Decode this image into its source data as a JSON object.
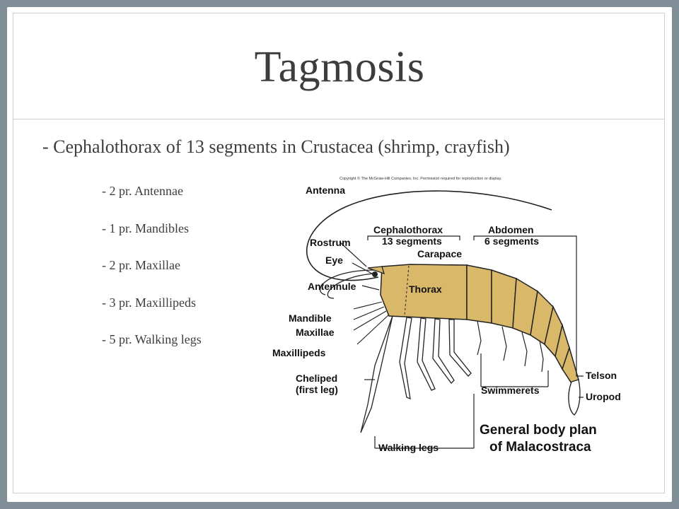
{
  "slide": {
    "title": "Tagmosis",
    "subtitle": "- Cephalothorax of 13 segments in Crustacea (shrimp, crayfish)",
    "bullets": [
      "- 2 pr. Antennae",
      "- 1 pr. Mandibles",
      "- 2 pr. Maxillae",
      "- 3 pr. Maxillipeds",
      "- 5 pr. Walking legs"
    ]
  },
  "diagram": {
    "copyright": "Copyright © The McGraw-Hill Companies, Inc. Permission required for reproduction or display.",
    "labels": {
      "antenna": "Antenna",
      "rostrum": "Rostrum",
      "eye": "Eye",
      "antennule": "Antennule",
      "mandible": "Mandible",
      "maxillae": "Maxillae",
      "maxillipeds": "Maxillipeds",
      "cheliped_1": "Cheliped",
      "cheliped_2": "(first leg)",
      "cephalothorax_1": "Cephalothorax",
      "cephalothorax_2": "13 segments",
      "carapace": "Carapace",
      "thorax": "Thorax",
      "abdomen_1": "Abdomen",
      "abdomen_2": "6 segments",
      "telson": "Telson",
      "uropod": "Uropod",
      "swimmerets": "Swimmerets",
      "walking_legs": "Walking legs",
      "caption_1": "General body plan",
      "caption_2": "of Malacostraca"
    },
    "colors": {
      "body": "#d9b86a",
      "outline": "#222222"
    }
  }
}
